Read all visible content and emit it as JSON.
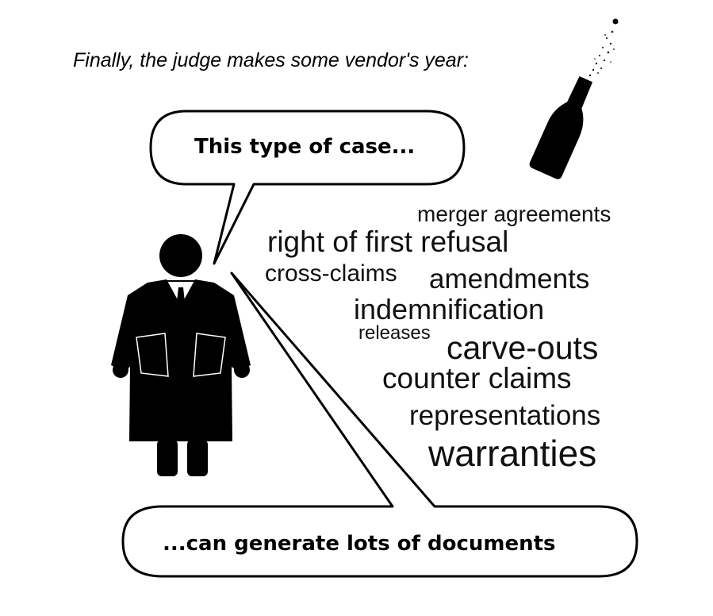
{
  "caption": "Finally, the judge makes some vendor's year:",
  "bubble_top": "This type of case...",
  "bubble_bottom": "...can generate lots of documents",
  "words": [
    "merger agreements",
    "right of first refusal",
    "cross-claims",
    "amendments",
    "indemnification",
    "releases",
    "carve-outs",
    "counter claims",
    "representations",
    "warranties"
  ],
  "icons": {
    "figure": "judge-in-robe",
    "bottle": "champagne-bottle-popping"
  },
  "colors": {
    "ink": "#000000",
    "background": "#ffffff"
  }
}
